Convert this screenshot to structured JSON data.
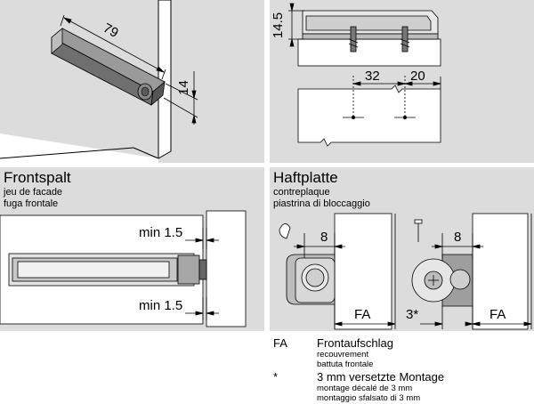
{
  "top_left": {
    "dim_length": "79",
    "dim_height": "14"
  },
  "top_right": {
    "dim_height": "14.5",
    "dim_spacing_a": "32",
    "dim_spacing_b": "20"
  },
  "frontspalt": {
    "title": "Frontspalt",
    "subtitle_fr": "jeu de facade",
    "subtitle_it": "fuga frontale",
    "min_top": "min 1.5",
    "min_bottom": "min 1.5"
  },
  "haftplatte": {
    "title": "Haftplatte",
    "subtitle_fr": "contreplaque",
    "subtitle_it": "piastrina di bloccaggio",
    "dim_left": "8",
    "dim_right": "8",
    "fa_left": "FA",
    "fa_right": "FA",
    "offset": "3*"
  },
  "legend": [
    {
      "key": "FA",
      "title": "Frontaufschlag",
      "sub1": "recouvrement",
      "sub2": "battuta frontale"
    },
    {
      "key": "*",
      "title": "3 mm versetzte Montage",
      "sub1": "montage décalé de 3 mm",
      "sub2": "montaggio sfalsato di 3 mm"
    }
  ],
  "colors": {
    "panel": "#dcdcdc",
    "part_dark": "#6f6f6f",
    "part_light": "#bdbdbd"
  }
}
